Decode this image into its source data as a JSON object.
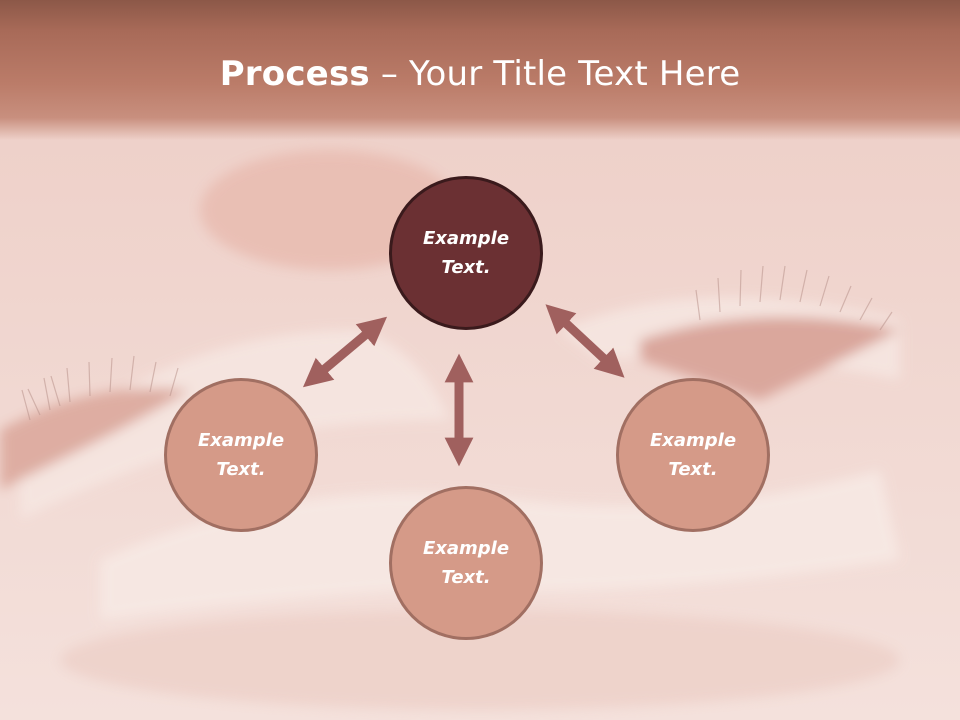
{
  "slide": {
    "title_bold": "Process",
    "title_rest": " – Your Title Text Here"
  },
  "nodes": {
    "center": "Example Text.",
    "left": "Example Text.",
    "right": "Example Text.",
    "bottom": "Example Text."
  },
  "colors": {
    "header": "#b5735f",
    "center_fill": "#6b3033",
    "node_fill": "#d59a88",
    "arrow": "#a0605e"
  }
}
